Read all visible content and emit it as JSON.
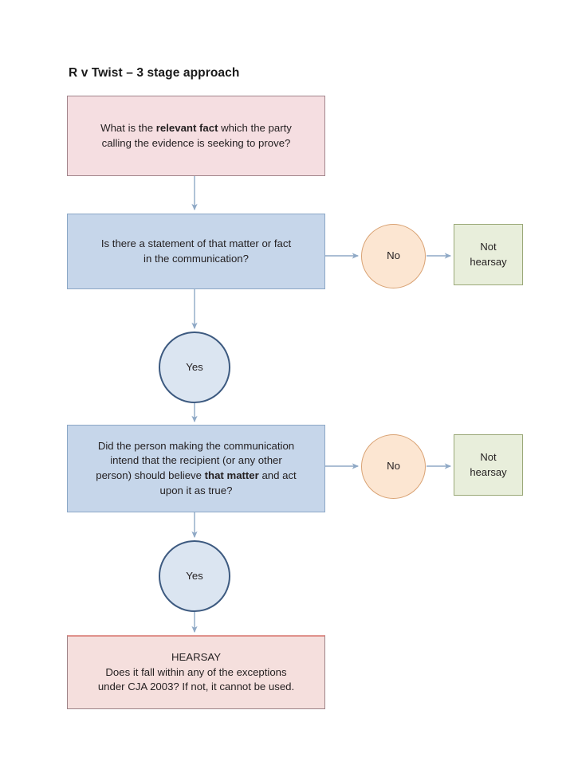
{
  "title": "R v Twist – 3 stage approach",
  "colors": {
    "pink_fill": "#f5dee1",
    "pink_border": "#a2858c",
    "blue_fill": "#c6d6ea",
    "blue_border": "#8ba7c6",
    "green_fill": "#e8eedb",
    "green_border": "#9aa878",
    "orange_fill": "#fce6d2",
    "orange_border": "#d9a273",
    "yes_circle_fill": "#dbe5f1",
    "yes_circle_border": "#3d5a80",
    "connector": "#8fa9c6",
    "background": "#ffffff"
  },
  "nodes": {
    "relevant_fact": {
      "shape": "box",
      "color": "pink",
      "text_plain": "What is the relevant fact which the party calling the evidence is seeking to prove?",
      "line1_before": "What is the ",
      "line1_bold": "relevant fact",
      "line1_after": " which the party",
      "line2": "calling the evidence is seeking to prove?"
    },
    "statement": {
      "shape": "box",
      "color": "blue",
      "text_plain": "Is there a statement of that matter or fact in the communication?",
      "line1": "Is there a statement of that matter or fact",
      "line2": "in the communication?"
    },
    "intend": {
      "shape": "box",
      "color": "blue",
      "text_plain": "Did the person making the communication intend that the recipient (or any other person) should believe that matter and act upon it as true?",
      "line1": "Did the person making the communication",
      "line2": "intend that the recipient (or any other",
      "line3_before": "person) should believe ",
      "line3_bold": "that matter",
      "line3_after": " and act",
      "line4": "upon it as true?"
    },
    "hearsay": {
      "shape": "box",
      "color": "pink",
      "text_plain": "HEARSAY Does it fall within any of the exceptions under CJA 2003? If not, it cannot be used.",
      "heading": "HEARSAY",
      "line2": "Does it fall within any of the exceptions",
      "line3": "under CJA 2003? If not, it cannot be used."
    },
    "yes_1": {
      "shape": "circle",
      "color": "blue",
      "label": "Yes"
    },
    "yes_2": {
      "shape": "circle",
      "color": "blue",
      "label": "Yes"
    },
    "no_1": {
      "shape": "circle",
      "color": "orange",
      "label": "No"
    },
    "no_2": {
      "shape": "circle",
      "color": "orange",
      "label": "No"
    },
    "not_hearsay_1": {
      "shape": "box",
      "color": "green",
      "text_plain": "Not hearsay",
      "line1": "Not",
      "line2": "hearsay"
    },
    "not_hearsay_2": {
      "shape": "box",
      "color": "green",
      "text_plain": "Not hearsay",
      "line1": "Not",
      "line2": "hearsay"
    }
  },
  "edges": [
    {
      "from": "relevant_fact",
      "to": "statement",
      "direction": "down",
      "label": ""
    },
    {
      "from": "statement",
      "to": "no_1",
      "direction": "right",
      "label": "No"
    },
    {
      "from": "no_1",
      "to": "not_hearsay_1",
      "direction": "right",
      "label": ""
    },
    {
      "from": "statement",
      "to": "yes_1",
      "direction": "down",
      "label": "Yes"
    },
    {
      "from": "yes_1",
      "to": "intend",
      "direction": "down",
      "label": ""
    },
    {
      "from": "intend",
      "to": "no_2",
      "direction": "right",
      "label": "No"
    },
    {
      "from": "no_2",
      "to": "not_hearsay_2",
      "direction": "right",
      "label": ""
    },
    {
      "from": "intend",
      "to": "yes_2",
      "direction": "down",
      "label": "Yes"
    },
    {
      "from": "yes_2",
      "to": "hearsay",
      "direction": "down",
      "label": ""
    }
  ]
}
